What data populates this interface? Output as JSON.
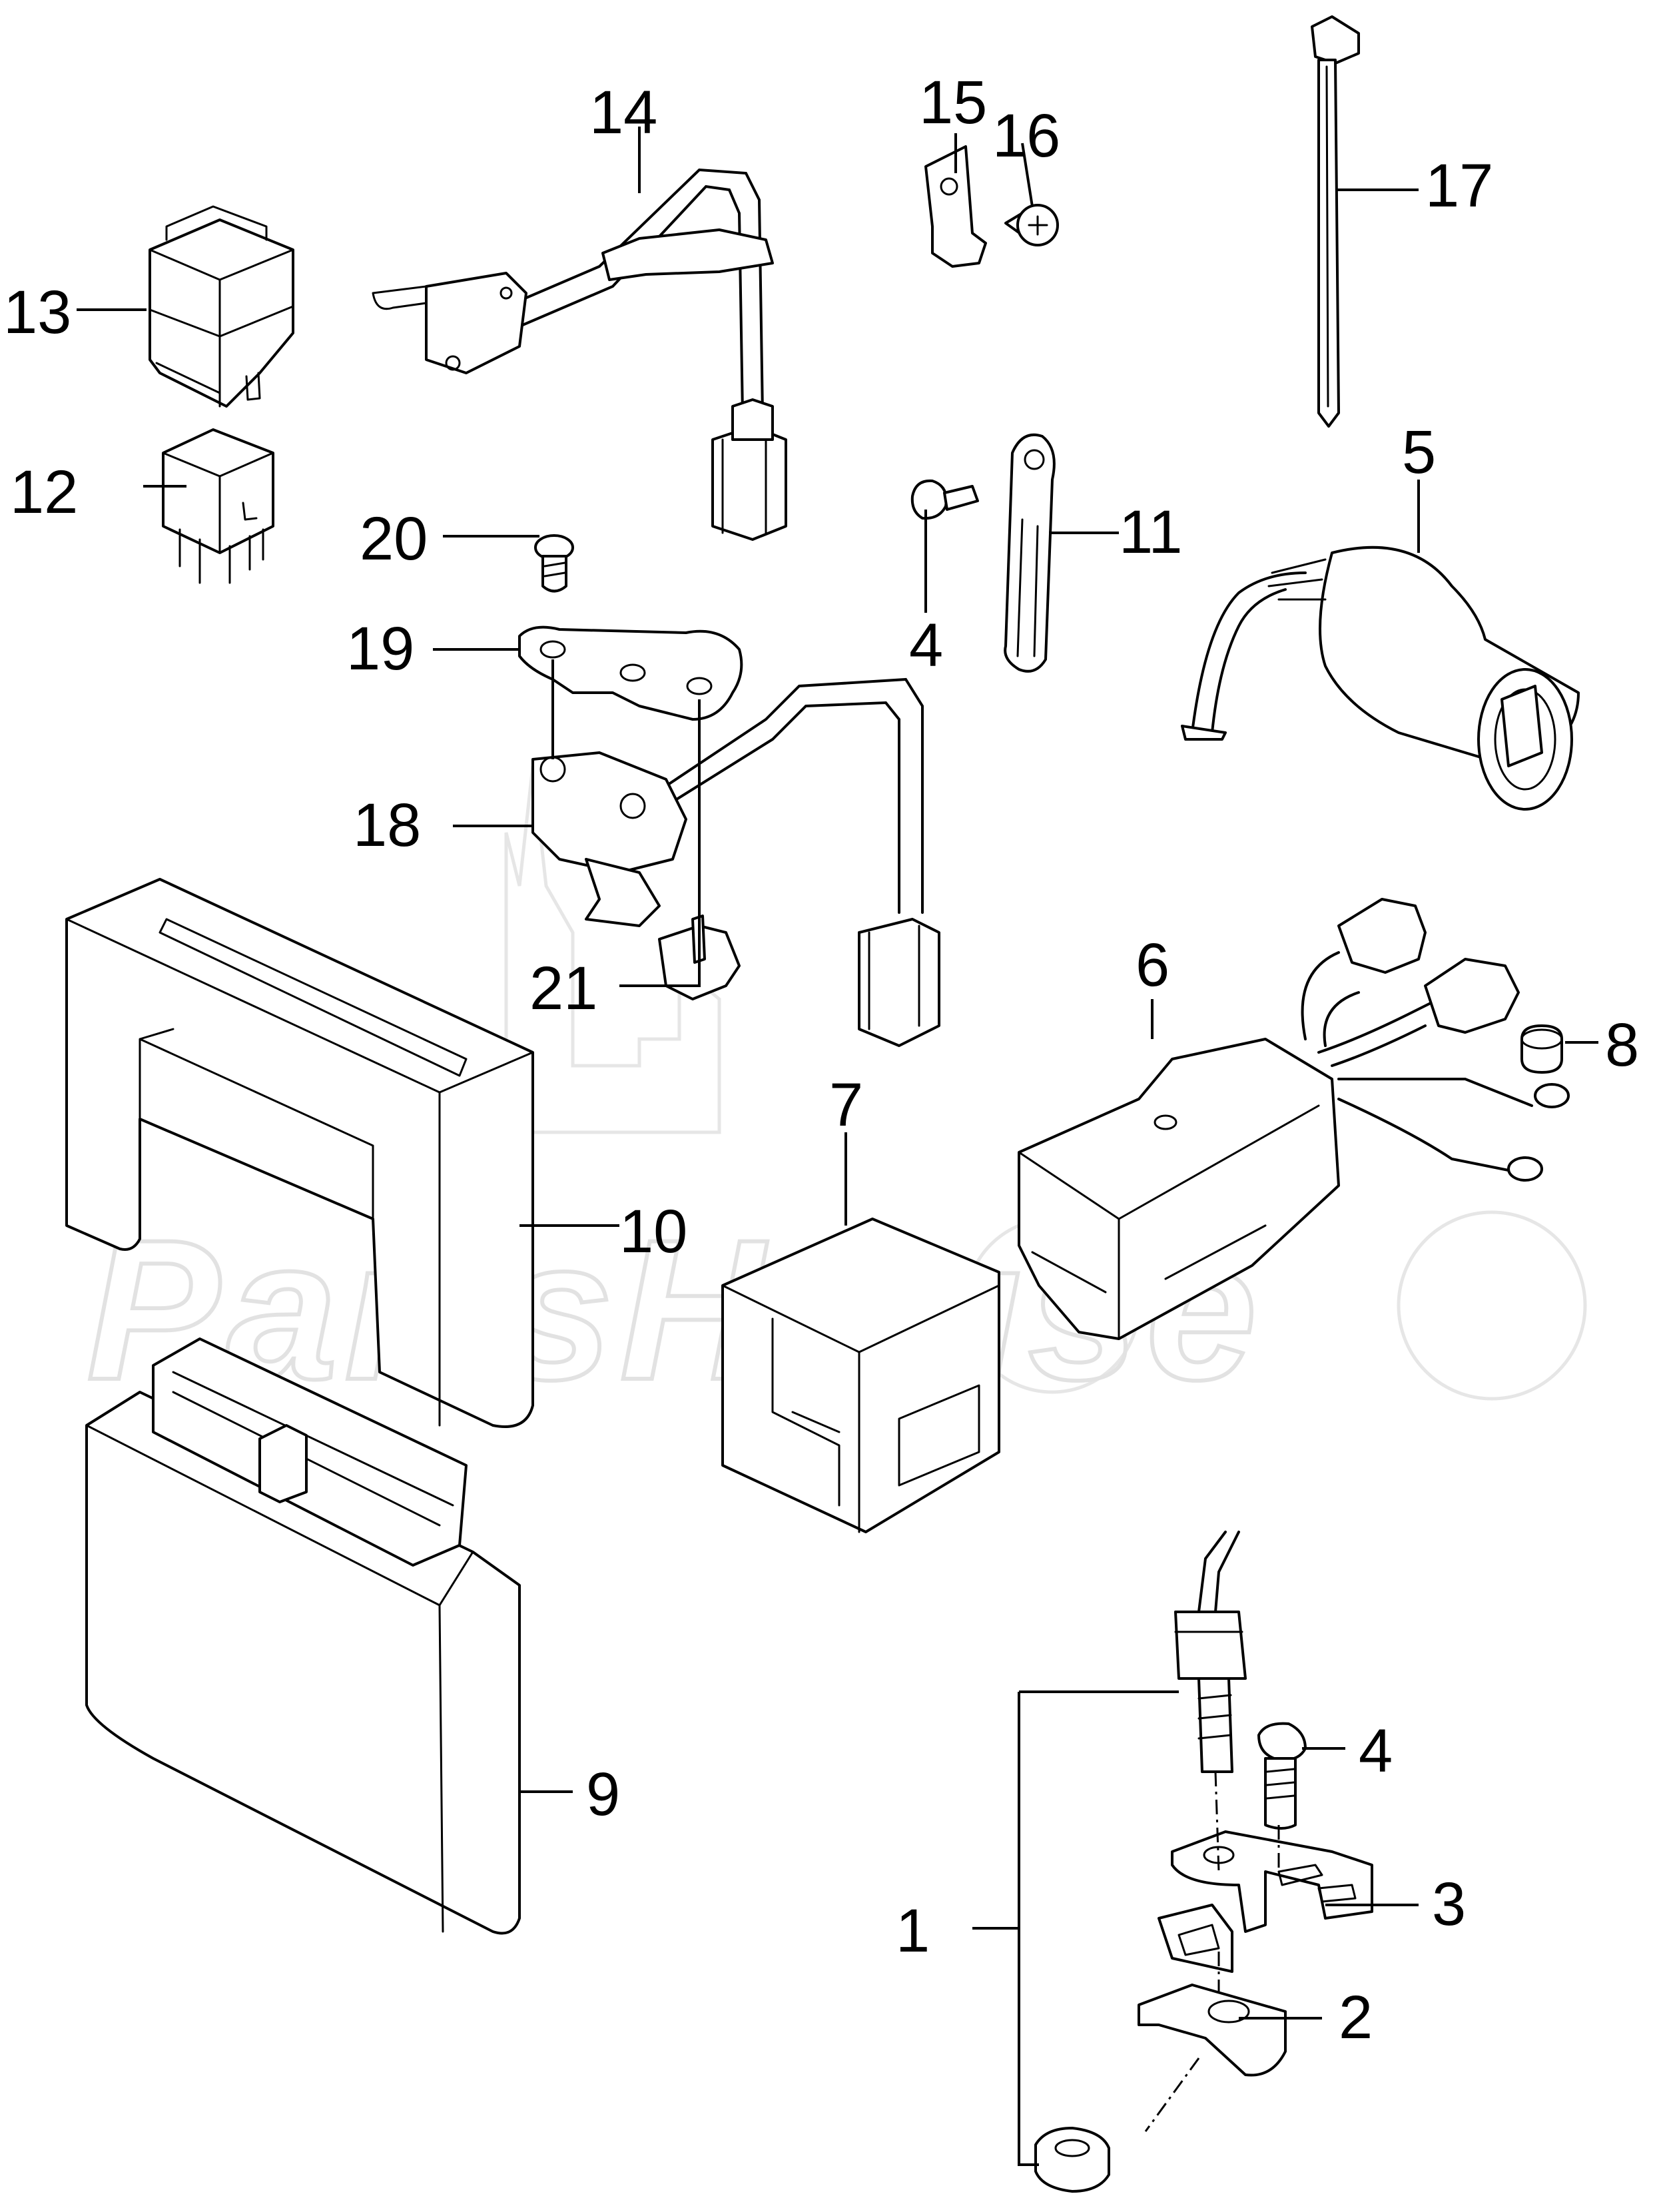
{
  "watermark": {
    "text": "PartsHouse",
    "color": "#e2e2e2"
  },
  "callouts": {
    "c1": "1",
    "c2": "2",
    "c3": "3",
    "c4a": "4",
    "c4b": "4",
    "c5": "5",
    "c6": "6",
    "c7": "7",
    "c8": "8",
    "c9": "9",
    "c10": "10",
    "c11": "11",
    "c12": "12",
    "c13": "13",
    "c14": "14",
    "c15": "15",
    "c16": "16",
    "c17": "17",
    "c18": "18",
    "c19": "19",
    "c20": "20",
    "c21": "21"
  },
  "colors": {
    "line": "#000000",
    "background": "#ffffff"
  }
}
